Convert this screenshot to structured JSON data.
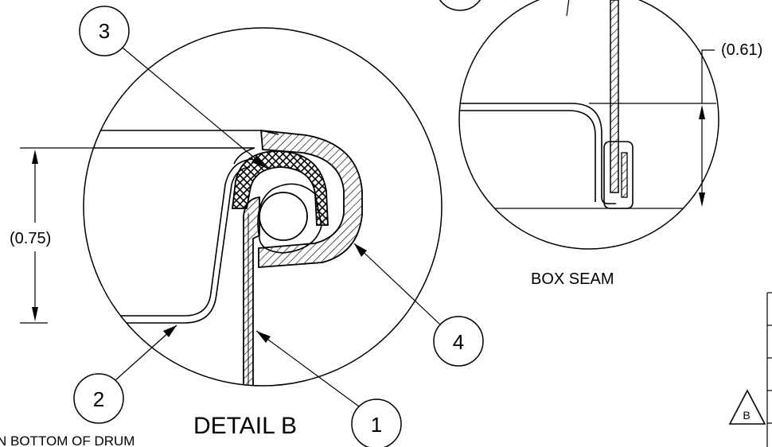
{
  "balloons": {
    "b1": "1",
    "b2": "2",
    "b3": "3",
    "b4": "4"
  },
  "dimensions": {
    "drum_seam": "(0.75)",
    "box_seam": "(0.61)"
  },
  "titles": {
    "detail": "DETAIL B",
    "box_seam": "BOX SEAM",
    "bottom_note": "N BOTTOM OF DRUM"
  },
  "section_marker": "B",
  "colors": {
    "line": "#000000",
    "background": "#ffffff"
  }
}
